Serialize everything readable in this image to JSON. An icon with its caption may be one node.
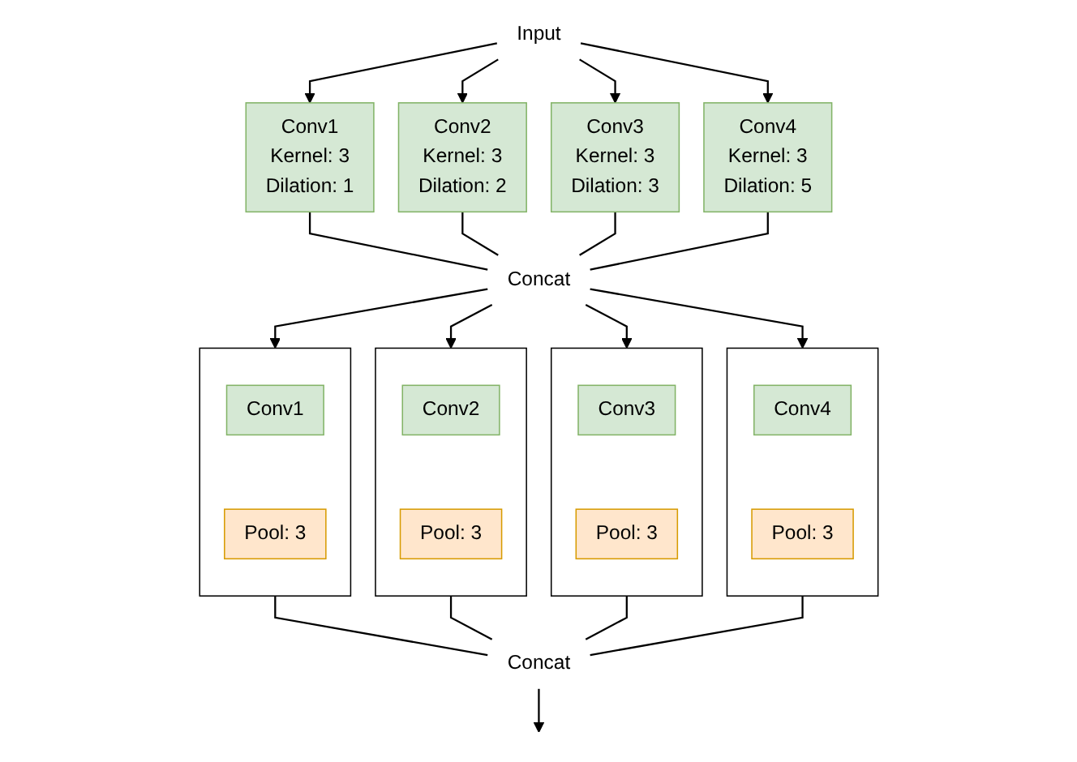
{
  "diagram": {
    "nodes": [
      {
        "text": [
          "Input"
        ]
      },
      {
        "text": [
          "Conv1",
          "Kernel: 3",
          "Dilation: 1"
        ]
      },
      {
        "text": [
          "Conv2",
          "Kernel: 3",
          "Dilation: 2"
        ]
      },
      {
        "text": [
          "Conv3",
          "Kernel: 3",
          "Dilation: 3"
        ]
      },
      {
        "text": [
          "Conv4",
          "Kernel: 3",
          "Dilation: 5"
        ]
      },
      {
        "text": [
          "Concat"
        ]
      },
      {
        "text": [],
        "shape": "box"
      },
      {
        "text": [
          "Conv1"
        ],
        "in": 6
      },
      {
        "text": [
          "Pool: 3"
        ],
        "in": 6
      },
      {
        "text": [],
        "shape": "box"
      },
      {
        "text": [
          "Conv2"
        ],
        "in": 9
      },
      {
        "text": [
          "Pool: 3"
        ],
        "in": 9
      },
      {
        "text": [],
        "shape": "box"
      },
      {
        "text": [
          "Conv3"
        ],
        "in": 12
      },
      {
        "text": [
          "Pool: 3"
        ],
        "in": 12
      },
      {
        "text": [],
        "shape": "box"
      },
      {
        "text": [
          "Conv4"
        ],
        "in": 15
      },
      {
        "text": [
          "Pool: 3"
        ],
        "in": 15
      },
      {
        "text": [
          "Concat"
        ]
      }
    ],
    "edges": [
      {
        "from": 0,
        "to": 1,
        "arrow": "to"
      },
      {
        "from": 0,
        "to": 2,
        "arrow": "to"
      },
      {
        "from": 0,
        "to": 3,
        "arrow": "to"
      },
      {
        "from": 0,
        "to": 4,
        "arrow": "to"
      },
      {
        "from": 1,
        "to": 5,
        "arrow": "none"
      },
      {
        "from": 2,
        "to": 5,
        "arrow": "none"
      },
      {
        "from": 3,
        "to": 5,
        "arrow": "none"
      },
      {
        "from": 4,
        "to": 5,
        "arrow": "none"
      },
      {
        "from": 5,
        "to": 6,
        "arrow": "to"
      },
      {
        "from": 5,
        "to": 9,
        "arrow": "to"
      },
      {
        "from": 5,
        "to": 12,
        "arrow": "to"
      },
      {
        "from": 5,
        "to": 15,
        "arrow": "to"
      },
      {
        "from": 6,
        "to": 18,
        "arrow": "none"
      },
      {
        "from": 9,
        "to": 18,
        "arrow": "none"
      },
      {
        "from": 12,
        "to": 18,
        "arrow": "none"
      },
      {
        "from": 15,
        "to": 18,
        "arrow": "none"
      },
      {
        "from": 18,
        "to": null,
        "arrow": "to"
      }
    ]
  }
}
